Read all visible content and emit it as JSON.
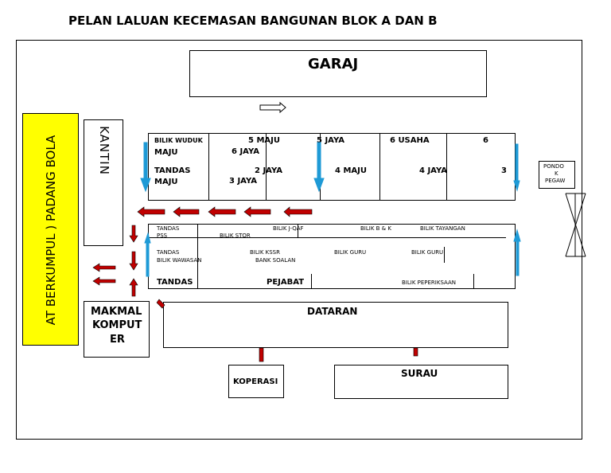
{
  "title": "PELAN LALUAN KECEMASAN BANGUNAN BLOK A DAN B",
  "garaj": "GARAJ",
  "assembly_area": "AT BERKUMPUL )    PADANG BOLA",
  "kantin": "KANTIN",
  "makmal": [
    "MAKMAL",
    "KOMPUT",
    "ER"
  ],
  "dataran": "DATARAN",
  "koperasi": "KOPERASI",
  "surau": "SURAU",
  "pondok": [
    "PONDO",
    "K",
    "PEGAW"
  ],
  "block_a": {
    "r1": [
      "BILIK WUDUK",
      "5 MAJU",
      "5 JAYA",
      "6 USAHA",
      "6"
    ],
    "r2": [
      "MAJU",
      "6 JAYA"
    ],
    "r3": [
      "TANDAS",
      "2 JAYA",
      "4 MAJU",
      "4 JAYA",
      "3"
    ],
    "r4": [
      "MAJU",
      "3 JAYA"
    ]
  },
  "block_b": {
    "r1": [
      "TANDAS",
      "BILIK J-QAF",
      "BILIK B & K",
      "BILIK TAYANGAN"
    ],
    "r2": [
      "PSS",
      "BILIK STOR"
    ],
    "r3": [
      "TANDAS",
      "BILIK KSSR",
      "BILIK GURU",
      "BILIK GURU"
    ],
    "r4": [
      "BILIK WAWASAN",
      "BANK SOALAN"
    ],
    "r5": [
      "TANDAS",
      "PEJABAT",
      "BILIK PEPERIKSAAN"
    ]
  },
  "colors": {
    "arrow_red": "#c00000",
    "arrow_blue": "#1e9ad6",
    "assembly_yellow": "#ffff00"
  }
}
